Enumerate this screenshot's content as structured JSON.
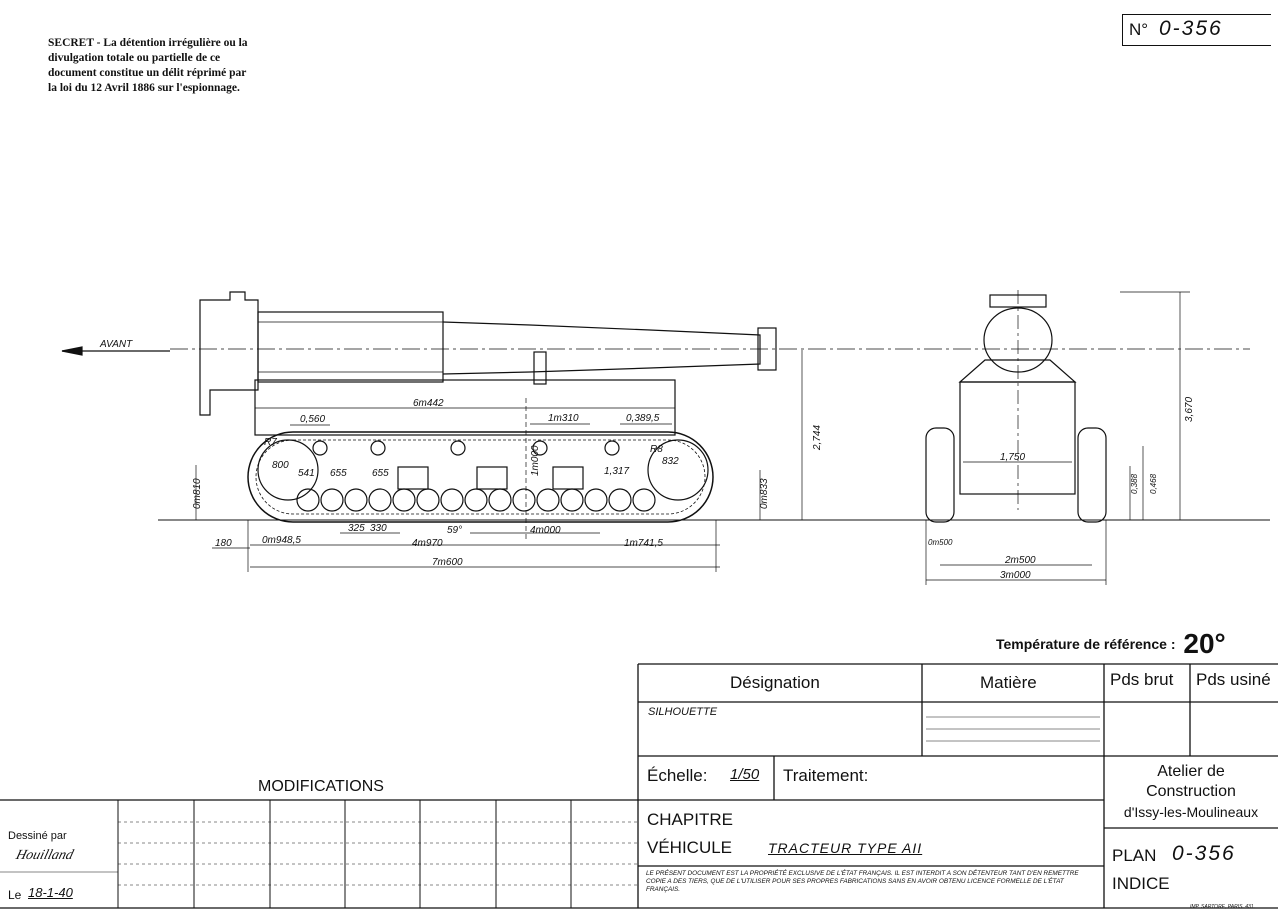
{
  "secret_notice": "SECRET - La détention irrégulière ou la divulgation totale ou partielle de ce document constitue un délit réprimé par la loi du 12 Avril 1886 sur l'espionnage.",
  "drawing_number": {
    "label": "N°",
    "value": "0-356"
  },
  "temperature": {
    "label": "Température de référence :",
    "value": "20°"
  },
  "side_view": {
    "direction_label": "AVANT",
    "dims": {
      "total_length": "7m600",
      "inner_length": "4m970",
      "front_overhang": "0m948,5",
      "rear_overhang": "1m741,5",
      "left_margin": "180",
      "track_base": "4m000",
      "top_length": "6m442",
      "span1": "1m310",
      "span2": "0,389,5",
      "d1": "0,560",
      "r1": "655",
      "r2": "655",
      "r3": "541",
      "r4": "1,317",
      "lower1": "325",
      "lower2": "330",
      "height_total": "2,744",
      "height_left": "0m810",
      "height_right": "0m833",
      "angle": "59°",
      "wheel_l": "800",
      "wheel_r": "832",
      "vert1": "1m000",
      "mark_a": "R7",
      "mark_b": "R8"
    }
  },
  "front_view": {
    "dims": {
      "inner_width": "1,750",
      "track": "2m500",
      "width": "3m000",
      "height": "3,670",
      "h1": "0,388",
      "h2": "0,468",
      "offset": "0m500"
    }
  },
  "modifications_label": "MODIFICATIONS",
  "drawn_by": {
    "label": "Dessiné par",
    "signature": "Houilland",
    "date_label": "Le",
    "date": "18-1-40"
  },
  "title_block": {
    "designation_label": "Désignation",
    "material_label": "Matière",
    "weight_gross_label": "Pds brut",
    "weight_machined_label": "Pds usiné",
    "designation_value": "SILHOUETTE",
    "scale_label": "Échelle:",
    "scale_value": "1/50",
    "treatment_label": "Traitement:",
    "workshop": [
      "Atelier de",
      "Construction",
      "d'Issy-les-Moulineaux"
    ],
    "chapter_label": "CHAPITRE",
    "vehicle_label": "VÉHICULE",
    "vehicle_value": "TRACTEUR TYPE AII",
    "plan_label": "PLAN",
    "plan_value": "0-356",
    "index_label": "INDICE",
    "notice": "LE PRÉSENT DOCUMENT EST LA PROPRIÉTÉ EXCLUSIVE DE L'ÉTAT FRANÇAIS. IL EST INTERDIT A SON DÉTENTEUR TANT D'EN REMETTRE COPIE A DES TIERS, QUE DE L'UTILISER POUR SES PROPRES FABRICATIONS SANS EN AVOIR OBTENU LICENCE FORMELLE DE L'ÉTAT FRANÇAIS.",
    "printer": "IMP. SARTORE, PARIS. 431."
  }
}
